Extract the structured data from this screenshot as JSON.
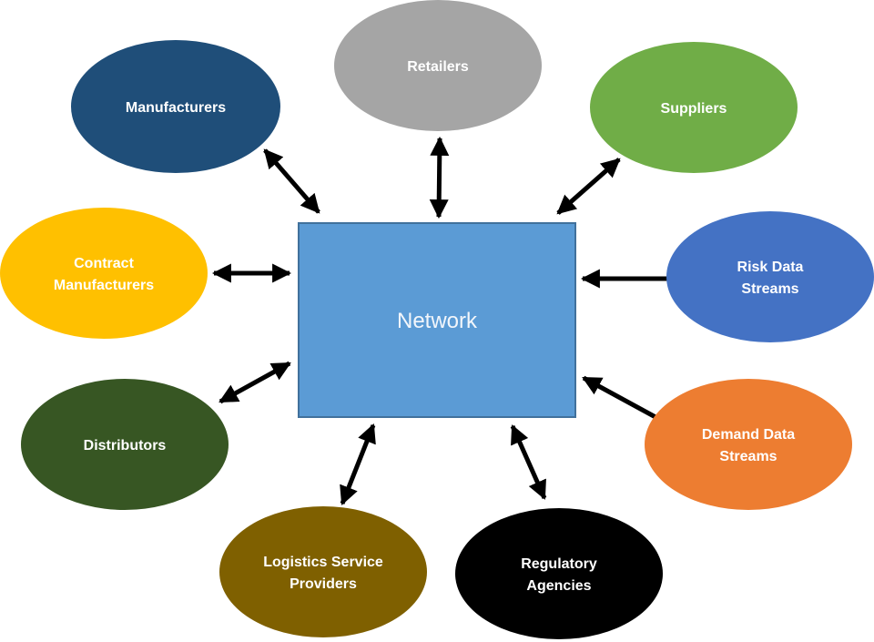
{
  "diagram": {
    "center": {
      "id": "network",
      "label": "Network",
      "color": "#5b9bd5",
      "border": "#41719c"
    },
    "nodes": [
      {
        "id": "manufacturers",
        "lines": [
          "Manufacturers"
        ],
        "color": "#1f4e79",
        "direction": "bidirectional"
      },
      {
        "id": "retailers",
        "lines": [
          "Retailers"
        ],
        "color": "#a5a5a5",
        "direction": "bidirectional"
      },
      {
        "id": "suppliers",
        "lines": [
          "Suppliers"
        ],
        "color": "#70ad47",
        "direction": "bidirectional"
      },
      {
        "id": "contract-manufacturers",
        "lines": [
          "Contract",
          "Manufacturers"
        ],
        "color": "#ffc000",
        "direction": "bidirectional"
      },
      {
        "id": "risk-data-streams",
        "lines": [
          "Risk Data",
          "Streams"
        ],
        "color": "#4472c4",
        "direction": "to-network"
      },
      {
        "id": "distributors",
        "lines": [
          "Distributors"
        ],
        "color": "#375623",
        "direction": "bidirectional"
      },
      {
        "id": "demand-data-streams",
        "lines": [
          "Demand Data",
          "Streams"
        ],
        "color": "#ed7d31",
        "direction": "to-network"
      },
      {
        "id": "logistics-service-providers",
        "lines": [
          "Logistics Service",
          "Providers"
        ],
        "color": "#7f6000",
        "direction": "bidirectional"
      },
      {
        "id": "regulatory-agencies",
        "lines": [
          "Regulatory",
          "Agencies"
        ],
        "color": "#000000",
        "direction": "bidirectional"
      }
    ],
    "arrow_color": "#000000"
  }
}
